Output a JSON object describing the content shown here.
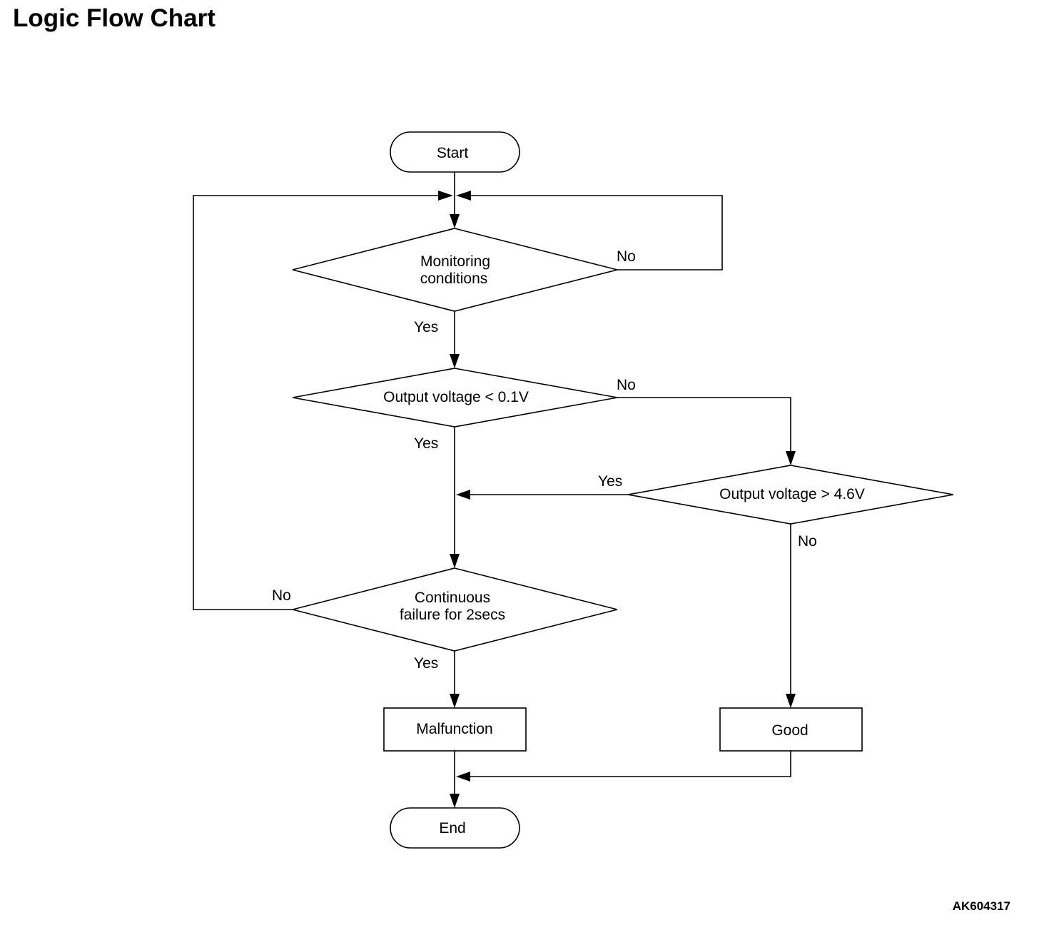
{
  "title": "Logic Flow Chart",
  "figure_id": "AK604317",
  "nodes": {
    "start": "Start",
    "monitoring": [
      "Monitoring",
      "conditions"
    ],
    "low_voltage": "Output voltage < 0.1V",
    "high_voltage": "Output voltage > 4.6V",
    "continuous": [
      "Continuous",
      "failure for 2secs"
    ],
    "malfunction": "Malfunction",
    "good": "Good",
    "end": "End"
  },
  "edge_labels": {
    "monitoring_no": "No",
    "monitoring_yes": "Yes",
    "low_no": "No",
    "low_yes": "Yes",
    "high_yes": "Yes",
    "high_no": "No",
    "continuous_no": "No",
    "continuous_yes": "Yes"
  }
}
